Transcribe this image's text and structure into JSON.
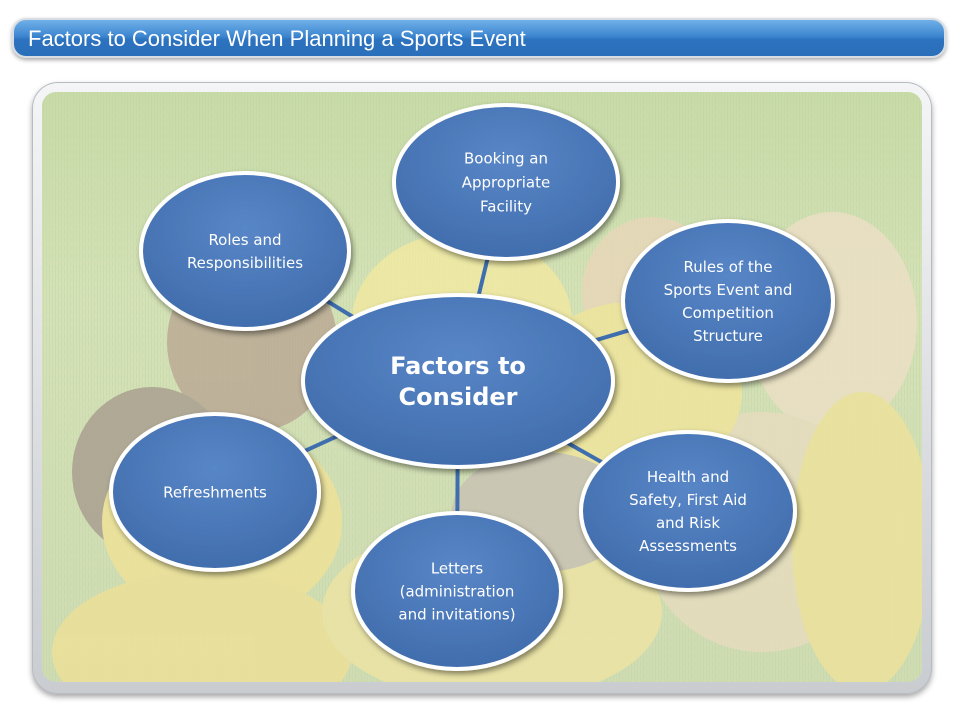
{
  "slide": {
    "title": "Factors to Consider When Planning a Sports Event"
  },
  "diagram": {
    "center": {
      "lines": [
        "Factors to",
        "Consider"
      ]
    },
    "nodes": [
      {
        "id": "facility",
        "lines": [
          "Booking an",
          "Appropriate",
          "Facility"
        ]
      },
      {
        "id": "rules",
        "lines": [
          "Rules of the",
          "Sports Event and",
          "Competition",
          "Structure"
        ]
      },
      {
        "id": "health",
        "lines": [
          "Health and",
          "Safety, First Aid",
          "and Risk",
          "Assessments"
        ]
      },
      {
        "id": "letters",
        "lines": [
          "Letters",
          "(administration",
          "and invitations)"
        ]
      },
      {
        "id": "refreshments",
        "lines": [
          "Refreshments"
        ]
      },
      {
        "id": "roles",
        "lines": [
          "Roles and",
          "Responsibilities"
        ]
      }
    ],
    "colors": {
      "node_fill": "#4a77b8",
      "node_border": "#ffffff",
      "connector": "#3f6eae",
      "title_bar": "#2f78c6"
    }
  }
}
